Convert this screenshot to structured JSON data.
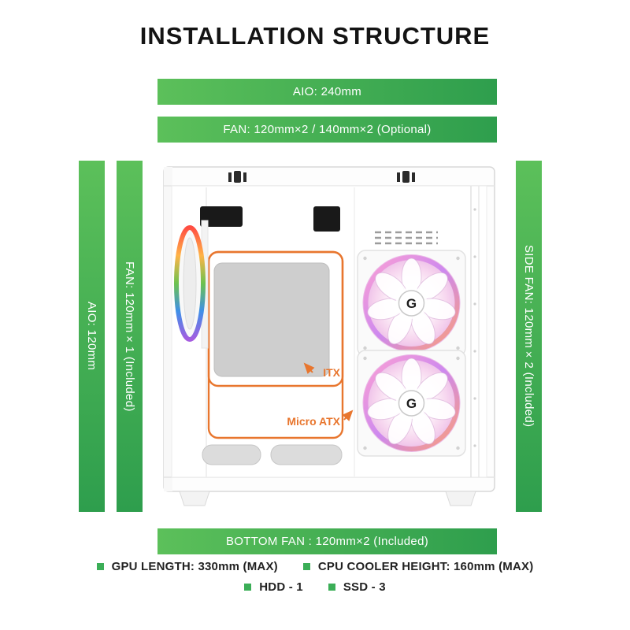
{
  "title": "INSTALLATION STRUCTURE",
  "bars": {
    "aio_top": "AIO: 240mm",
    "fan_top": "FAN: 120mm×2 / 140mm×2 (Optional)",
    "aio_left": "AIO: 120mm",
    "fan_left": "FAN: 120mm×1 (Included)",
    "side_fan_right": "SIDE FAN: 120mm×2 (Included)",
    "bottom_fan": "BOTTOM FAN : 120mm×2 (Included)"
  },
  "case_annotations": {
    "itx": "ITX",
    "micro_atx": "Micro ATX",
    "fan_logo": "G"
  },
  "specs": {
    "gpu": "GPU LENGTH: 330mm (MAX)",
    "cpu": "CPU COOLER HEIGHT: 160mm (MAX)",
    "hdd": "HDD - 1",
    "ssd": "SSD - 3"
  },
  "colors": {
    "bar_green_start": "#5CC05A",
    "bar_green_end": "#2E9E4D",
    "accent_orange": "#E8762E",
    "bullet_green": "#3BAE57"
  }
}
